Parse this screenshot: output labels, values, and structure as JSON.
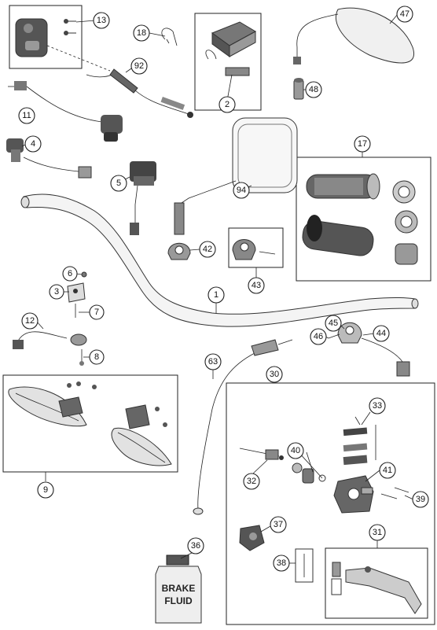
{
  "callouts": {
    "c1": "1",
    "c2": "2",
    "c3": "3",
    "c4": "4",
    "c5": "5",
    "c6": "6",
    "c7": "7",
    "c8": "8",
    "c9": "9",
    "c11": "11",
    "c12": "12",
    "c13": "13",
    "c17": "17",
    "c18": "18",
    "c30": "30",
    "c31": "31",
    "c32": "32",
    "c33": "33",
    "c36": "36",
    "c37": "37",
    "c38": "38",
    "c39": "39",
    "c40": "40",
    "c41": "41",
    "c42": "42",
    "c43": "43",
    "c44": "44",
    "c45": "45",
    "c46": "46",
    "c47": "47",
    "c48": "48",
    "c63": "63",
    "c92": "92",
    "c94": "94"
  },
  "bottle_label": {
    "line1": "BRAKE",
    "line2": "FLUID"
  }
}
